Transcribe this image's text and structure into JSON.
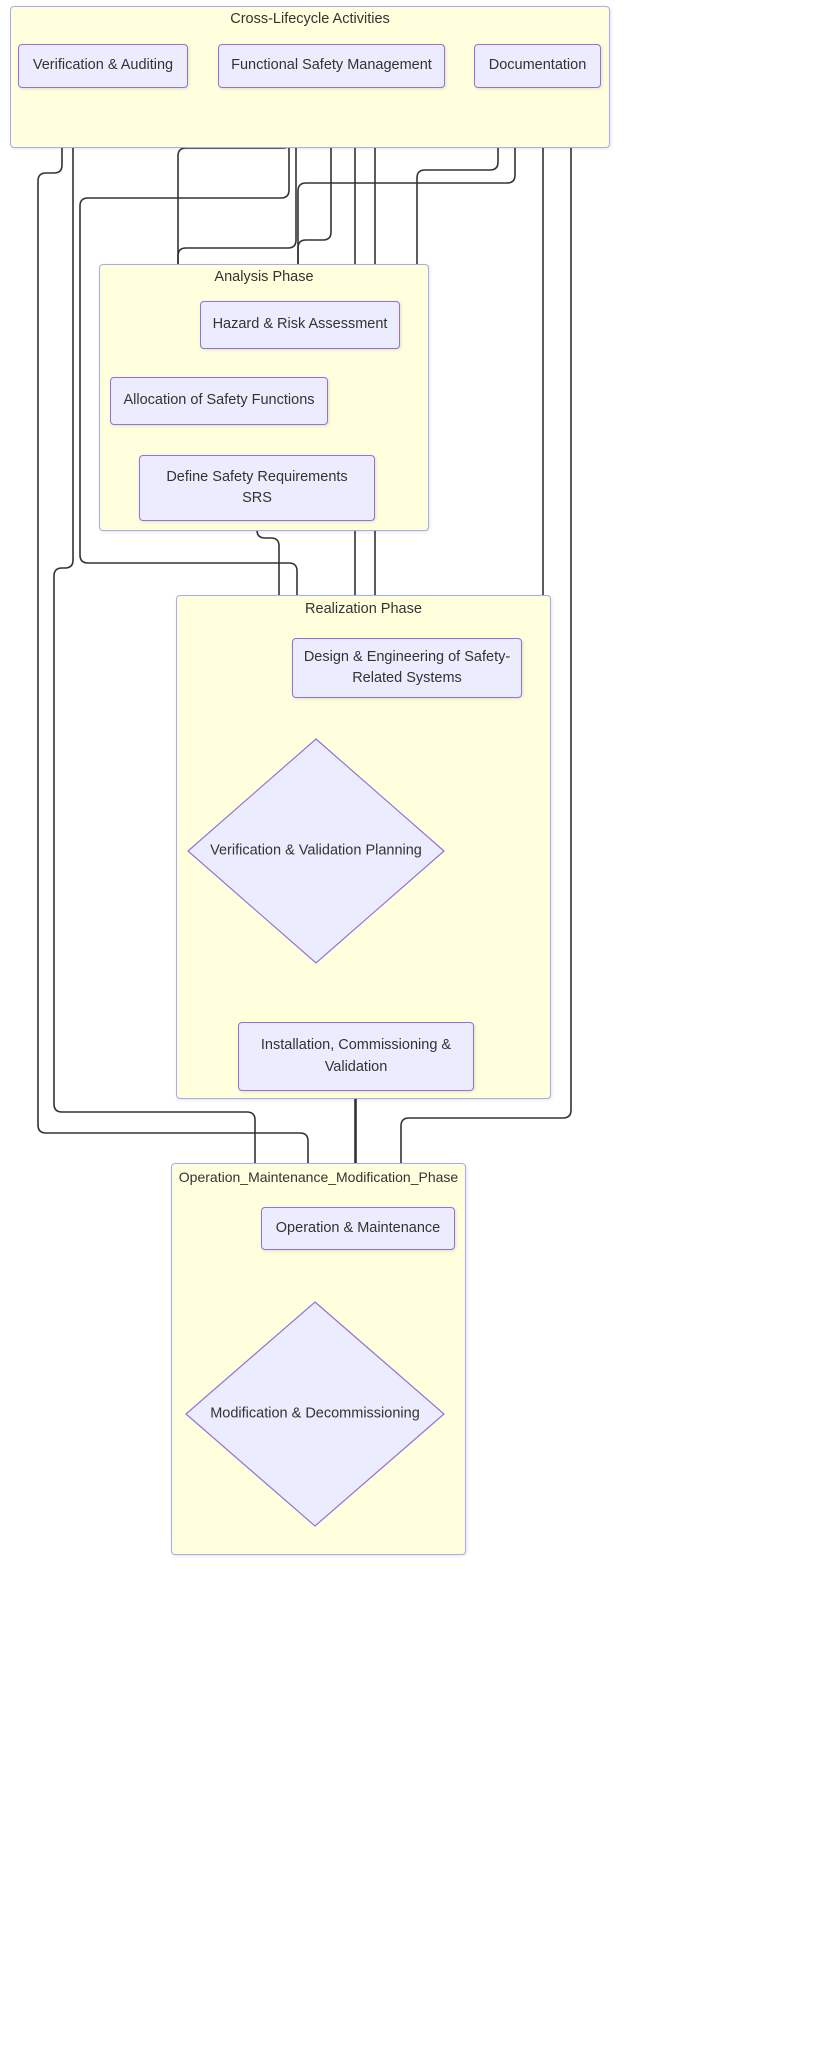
{
  "diagram": {
    "type": "flowchart",
    "direction": "top-down",
    "theme": {
      "cluster_fill": "#ffffde",
      "cluster_stroke": "#aaaaee",
      "node_fill": "#ececff",
      "node_stroke": "#9370db",
      "edge_stroke": "#333333",
      "text_color": "#333333",
      "background": "#ffffff"
    }
  },
  "clusters": [
    {
      "id": "cross_lifecycle",
      "title": "Cross-Lifecycle Activities"
    },
    {
      "id": "analysis",
      "title": "Analysis Phase"
    },
    {
      "id": "realization",
      "title": "Realization Phase"
    },
    {
      "id": "operation",
      "title": "Operation_Maintenance_Modification_Phase"
    }
  ],
  "nodes": [
    {
      "id": "verification_auditing",
      "label": "Verification & Auditing",
      "shape": "rect",
      "cluster": "cross_lifecycle"
    },
    {
      "id": "functional_safety_management",
      "label": "Functional Safety Management",
      "shape": "rect",
      "cluster": "cross_lifecycle"
    },
    {
      "id": "documentation",
      "label": "Documentation",
      "shape": "rect",
      "cluster": "cross_lifecycle"
    },
    {
      "id": "hazard_risk_assessment",
      "label": "Hazard & Risk Assessment",
      "shape": "rect",
      "cluster": "analysis"
    },
    {
      "id": "allocation_safety_functions",
      "label": "Allocation of Safety Functions",
      "shape": "rect",
      "cluster": "analysis"
    },
    {
      "id": "define_safety_requirements",
      "label": "Define Safety Requirements\nSRS",
      "line1": "Define Safety Requirements",
      "line2": "SRS",
      "shape": "rect",
      "cluster": "analysis"
    },
    {
      "id": "design_engineering",
      "label": "Design & Engineering of Safety-Related Systems",
      "line1": "Design & Engineering of Safety-",
      "line2": "Related Systems",
      "shape": "rect",
      "cluster": "realization"
    },
    {
      "id": "verification_validation_planning",
      "label": "Verification & Validation Planning",
      "line1": "Verification & Validation",
      "line2": "Planning",
      "shape": "diamond",
      "cluster": "realization"
    },
    {
      "id": "installation_commissioning",
      "label": "Installation, Commissioning & Validation",
      "line1": "Installation, Commissioning &",
      "line2": "Validation",
      "shape": "rect",
      "cluster": "realization"
    },
    {
      "id": "operation_maintenance",
      "label": "Operation & Maintenance",
      "shape": "rect",
      "cluster": "operation"
    },
    {
      "id": "modification_decommissioning",
      "label": "Modification & Decommissioning",
      "line1": "Modification &",
      "line2": "Decommissioning",
      "shape": "diamond",
      "cluster": "operation"
    }
  ],
  "edges": [
    {
      "from": "hazard_risk_assessment",
      "to": "allocation_safety_functions"
    },
    {
      "from": "allocation_safety_functions",
      "to": "define_safety_requirements"
    },
    {
      "from": "define_safety_requirements",
      "to": "design_engineering"
    },
    {
      "from": "design_engineering",
      "to": "verification_validation_planning"
    },
    {
      "from": "verification_validation_planning",
      "to": "installation_commissioning"
    },
    {
      "from": "installation_commissioning",
      "to": "operation_maintenance"
    },
    {
      "from": "operation_maintenance",
      "to": "modification_decommissioning"
    },
    {
      "from": "verification_auditing",
      "to": "allocation_safety_functions"
    },
    {
      "from": "verification_auditing",
      "to": "define_safety_requirements"
    },
    {
      "from": "verification_auditing",
      "to": "verification_validation_planning"
    },
    {
      "from": "verification_auditing",
      "to": "modification_decommissioning"
    },
    {
      "from": "functional_safety_management",
      "to": "hazard_risk_assessment"
    },
    {
      "from": "functional_safety_management",
      "to": "allocation_safety_functions"
    },
    {
      "from": "functional_safety_management",
      "to": "design_engineering"
    },
    {
      "from": "functional_safety_management",
      "to": "operation_maintenance"
    },
    {
      "from": "documentation",
      "to": "hazard_risk_assessment"
    },
    {
      "from": "documentation",
      "to": "define_safety_requirements"
    },
    {
      "from": "documentation",
      "to": "installation_commissioning"
    },
    {
      "from": "documentation",
      "to": "operation_maintenance"
    }
  ]
}
